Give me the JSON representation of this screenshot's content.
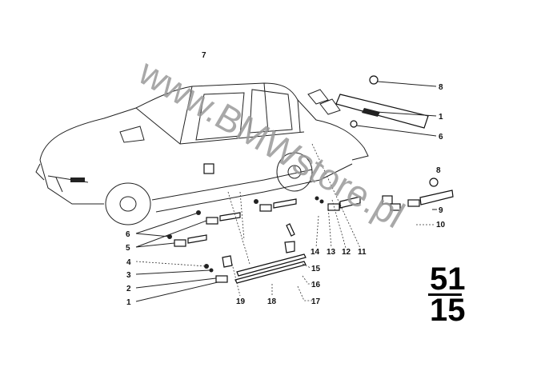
{
  "diagram": {
    "watermark": "www.BMWstore.pl",
    "group_number": {
      "top": "51",
      "bottom": "15"
    },
    "callouts": {
      "c7": "7",
      "c8a": "8",
      "c1a": "1",
      "c6a": "6",
      "c8b": "8",
      "c9": "9",
      "c10": "10",
      "c11": "11",
      "c12": "12",
      "c13": "13",
      "c14": "14",
      "c15": "15",
      "c16": "16",
      "c17": "17",
      "c18": "18",
      "c19": "19",
      "c6b": "6",
      "c5": "5",
      "c4": "4",
      "c3": "3",
      "c2": "2",
      "c1b": "1"
    }
  }
}
